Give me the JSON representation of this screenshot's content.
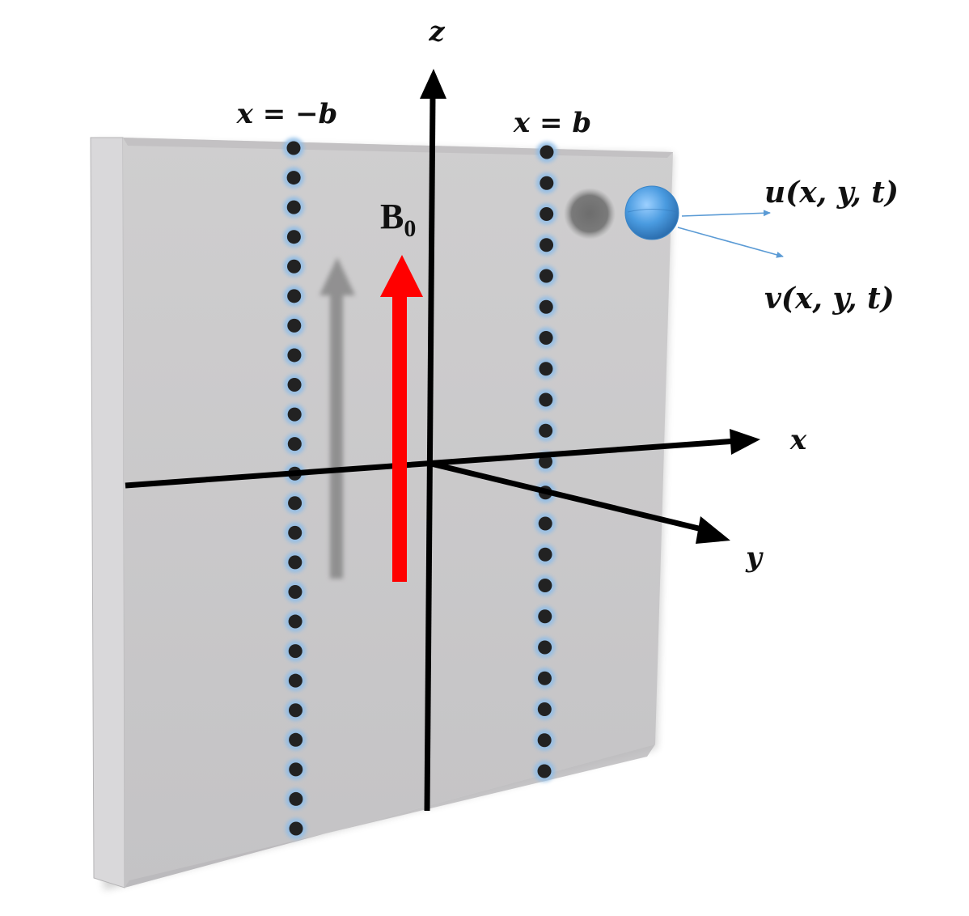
{
  "labels": {
    "z_axis": "z",
    "x_axis": "x",
    "y_axis": "y",
    "left_line": "x = −b",
    "right_line": "x = b",
    "field_main": "B",
    "field_sub": "0",
    "velocity_u": "u(x, y, t)",
    "velocity_v": "v(x, y, t)"
  },
  "colors": {
    "plate_face": "#c9c8ca",
    "plate_edge": "#b3b2b4",
    "field_arrow": "#ff0000",
    "particle": "#4a9be0",
    "dot": "#222222",
    "dot_glow": "#8fbde8",
    "vector_line": "#5b9bd5"
  },
  "boundary_lines": [
    {
      "name": "left-dotted-line",
      "dots": 24
    },
    {
      "name": "right-dotted-line",
      "dots": 21
    }
  ]
}
